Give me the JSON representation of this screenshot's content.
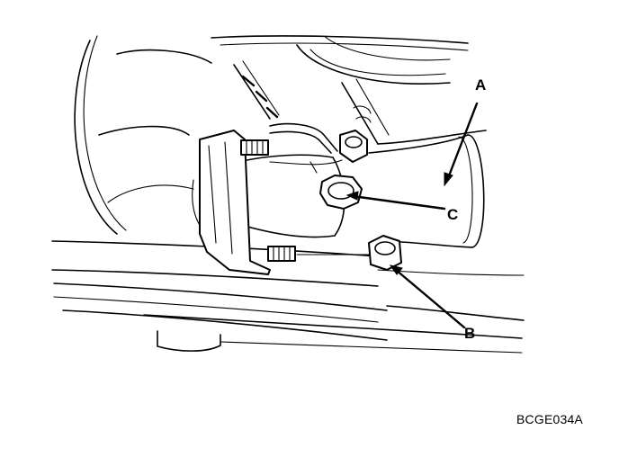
{
  "callouts": {
    "a": "A",
    "b": "B",
    "c": "C"
  },
  "figure_code": "BCGE034A",
  "colors": {
    "ink": "#000000",
    "paper": "#ffffff"
  }
}
